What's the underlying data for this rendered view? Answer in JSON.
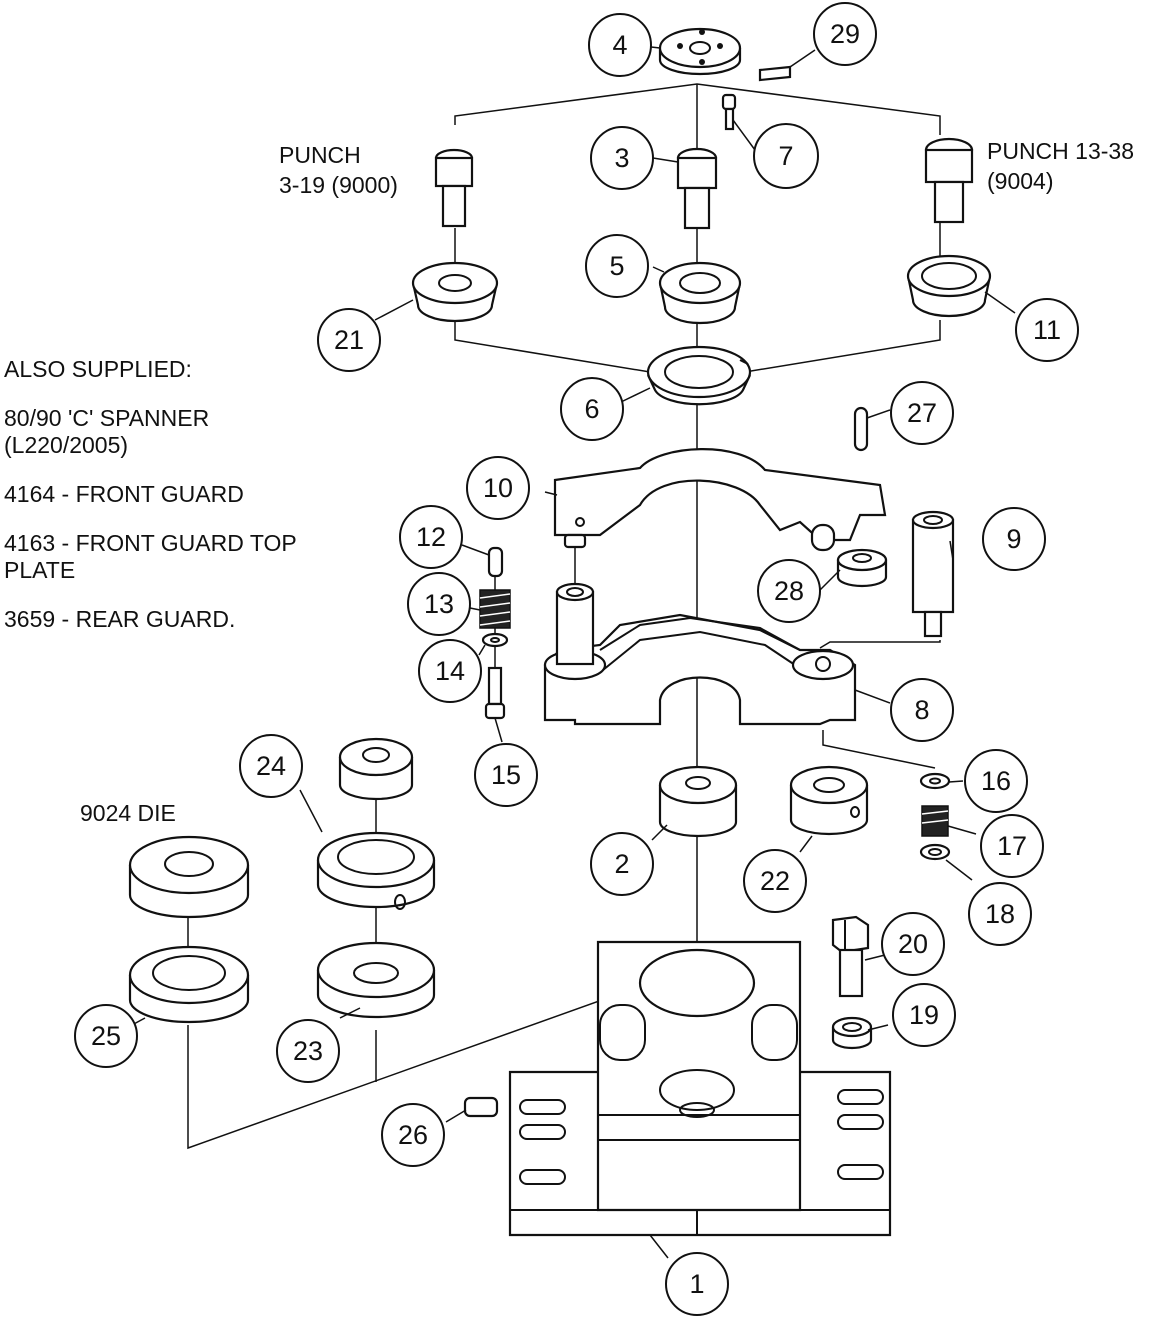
{
  "labels": {
    "punch_left_line1": "PUNCH",
    "punch_left_line2": "3-19 (9000)",
    "punch_right_line1": "PUNCH 13-38",
    "punch_right_line2": "(9004)",
    "die": "9024 DIE"
  },
  "notes": {
    "heading": "ALSO SUPPLIED:",
    "spanner_line1": "80/90 'C' SPANNER",
    "spanner_line2": "(L220/2005)",
    "front_guard": "4164 - FRONT GUARD",
    "top_plate_line1": "4163 - FRONT GUARD TOP",
    "top_plate_line2": "PLATE",
    "rear_guard": "3659 - REAR GUARD."
  },
  "callouts": [
    "1",
    "2",
    "3",
    "4",
    "5",
    "6",
    "7",
    "8",
    "9",
    "10",
    "11",
    "12",
    "13",
    "14",
    "15",
    "16",
    "17",
    "18",
    "19",
    "20",
    "21",
    "22",
    "23",
    "24",
    "25",
    "26",
    "27",
    "28",
    "29"
  ]
}
